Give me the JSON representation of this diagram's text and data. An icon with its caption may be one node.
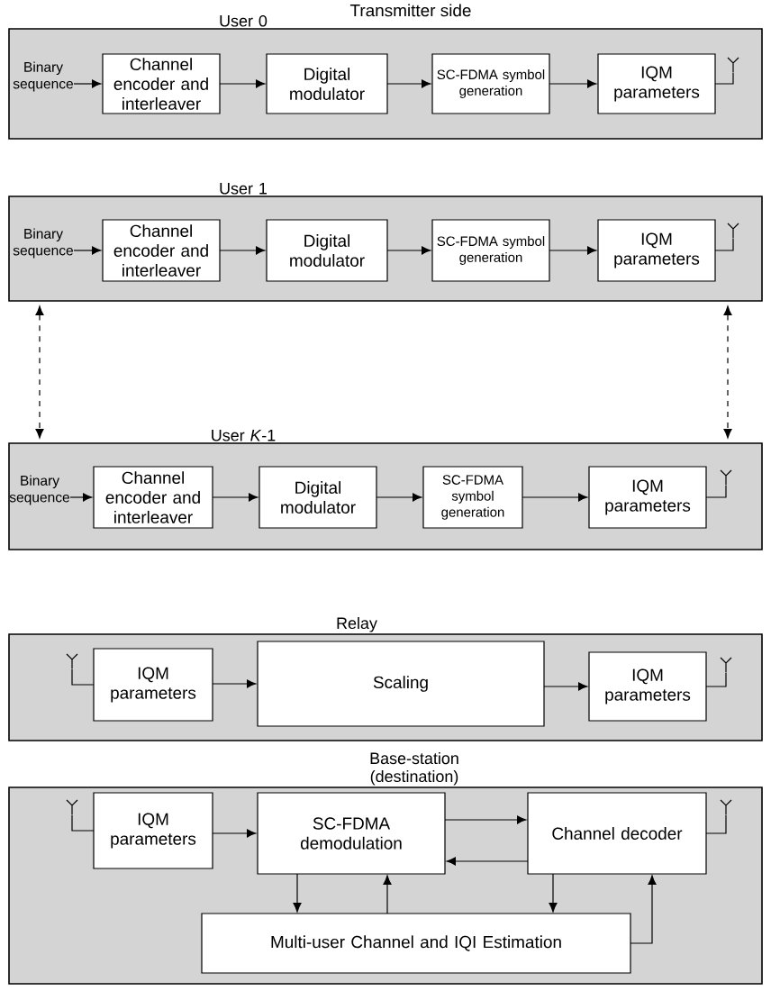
{
  "diagram": {
    "nodes": [
      {
        "text": [
          "User 0"
        ]
      },
      {
        "text": [
          "Binary sequence"
        ],
        "in": 0
      },
      {
        "text": [
          "Channel encoder and interleaver"
        ],
        "in": 0
      },
      {
        "text": [
          "Digital modulator"
        ],
        "in": 0
      },
      {
        "text": [
          "SC-FDMA symbol generation"
        ],
        "in": 0
      },
      {
        "text": [
          "IQM parameters"
        ],
        "in": 0
      },
      {
        "text": [],
        "shape": "antenna",
        "in": 0
      },
      {
        "text": [
          "User 1"
        ]
      },
      {
        "text": [
          "Binary sequence"
        ],
        "in": 7
      },
      {
        "text": [
          "Channel encoder and interleaver"
        ],
        "in": 7
      },
      {
        "text": [
          "Digital modulator"
        ],
        "in": 7
      },
      {
        "text": [
          "SC-FDMA symbol generation"
        ],
        "in": 7
      },
      {
        "text": [
          "IQM parameters"
        ],
        "in": 7
      },
      {
        "text": [],
        "shape": "antenna",
        "in": 7
      },
      {
        "text": [
          "User *K*-1"
        ]
      },
      {
        "text": [
          "Binary sequence"
        ],
        "in": 14
      },
      {
        "text": [
          "Channel encoder and interleaver"
        ],
        "in": 14
      },
      {
        "text": [
          "Digital modulator"
        ],
        "in": 14
      },
      {
        "text": [
          "SC-FDMA symbol generation"
        ],
        "in": 14
      },
      {
        "text": [
          "IQM parameters"
        ],
        "in": 14
      },
      {
        "text": [],
        "shape": "antenna",
        "in": 14
      },
      {
        "text": [
          "Relay"
        ]
      },
      {
        "text": [],
        "shape": "antenna",
        "in": 21
      },
      {
        "text": [
          "IQM parameters"
        ],
        "in": 21
      },
      {
        "text": [
          "Scaling"
        ],
        "in": 21
      },
      {
        "text": [
          "IQM parameters"
        ],
        "in": 21
      },
      {
        "text": [],
        "shape": "antenna",
        "in": 21
      },
      {
        "text": [
          "Base-station (destination)"
        ]
      },
      {
        "text": [],
        "shape": "antenna",
        "in": 27
      },
      {
        "text": [
          "IQM parameters"
        ],
        "in": 27
      },
      {
        "text": [
          "SC-FDMA demodulation"
        ],
        "in": 27
      },
      {
        "text": [
          "Channel decoder"
        ],
        "in": 27
      },
      {
        "text": [],
        "shape": "antenna",
        "in": 27
      },
      {
        "text": [
          "Multi-user Channel and IQI Estimation"
        ],
        "in": 27
      }
    ],
    "edges": [
      {
        "from": 1,
        "to": 2,
        "arrow": "to"
      },
      {
        "from": 2,
        "to": 3,
        "arrow": "to"
      },
      {
        "from": 3,
        "to": 4,
        "arrow": "to"
      },
      {
        "from": 4,
        "to": 5,
        "arrow": "to"
      },
      {
        "from": 5,
        "to": 6,
        "arrow": "none"
      },
      {
        "from": 8,
        "to": 9,
        "arrow": "to"
      },
      {
        "from": 9,
        "to": 10,
        "arrow": "to"
      },
      {
        "from": 10,
        "to": 11,
        "arrow": "to"
      },
      {
        "from": 11,
        "to": 12,
        "arrow": "to"
      },
      {
        "from": 12,
        "to": 13,
        "arrow": "none"
      },
      {
        "from": 15,
        "to": 16,
        "arrow": "to"
      },
      {
        "from": 16,
        "to": 17,
        "arrow": "to"
      },
      {
        "from": 17,
        "to": 18,
        "arrow": "to"
      },
      {
        "from": 18,
        "to": 19,
        "arrow": "to"
      },
      {
        "from": 19,
        "to": 20,
        "arrow": "none"
      },
      {
        "from": 7,
        "to": 14,
        "arrow": "both",
        "style": "dashed"
      },
      {
        "from": 7,
        "to": 14,
        "arrow": "both",
        "style": "dashed"
      },
      {
        "from": 22,
        "to": 23,
        "arrow": "none"
      },
      {
        "from": 23,
        "to": 24,
        "arrow": "to"
      },
      {
        "from": 24,
        "to": 25,
        "arrow": "to"
      },
      {
        "from": 25,
        "to": 26,
        "arrow": "none"
      },
      {
        "from": 28,
        "to": 29,
        "arrow": "none"
      },
      {
        "from": 29,
        "to": 30,
        "arrow": "to"
      },
      {
        "from": 30,
        "to": 31,
        "arrow": "to"
      },
      {
        "from": 31,
        "to": 30,
        "arrow": "to"
      },
      {
        "from": 30,
        "to": 33,
        "arrow": "to"
      },
      {
        "from": 33,
        "to": 30,
        "arrow": "to"
      },
      {
        "from": 31,
        "to": 33,
        "arrow": "to"
      },
      {
        "from": 33,
        "to": 31,
        "arrow": "to"
      },
      {
        "from": 31,
        "to": 32,
        "arrow": "none"
      }
    ],
    "labels": [
      "Transmitter side"
    ]
  }
}
